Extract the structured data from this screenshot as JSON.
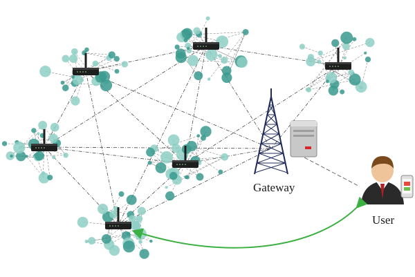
{
  "labels": {
    "gateway": "Gateway",
    "user": "User"
  },
  "routers": [
    {
      "id": "router-top-center",
      "cluster": "top-center"
    },
    {
      "id": "router-top-left",
      "cluster": "top-left"
    },
    {
      "id": "router-top-right",
      "cluster": "top-right"
    },
    {
      "id": "router-mid-left",
      "cluster": "mid-left"
    },
    {
      "id": "router-center",
      "cluster": "center"
    },
    {
      "id": "router-bottom-left",
      "cluster": "bottom-left"
    }
  ],
  "links": {
    "mesh_style": "dash-dot",
    "user_link_style": "solid-arrow"
  },
  "colors": {
    "node": "#3a9a8e",
    "node_light": "#8ecfc4",
    "mesh_line": "#4a4a4a",
    "user_arrow": "#3cb043",
    "router_body": "#1e1e1e",
    "server_body": "#c8c8c8",
    "server_led": "#d9262c",
    "tower": "#1f2a5a"
  }
}
